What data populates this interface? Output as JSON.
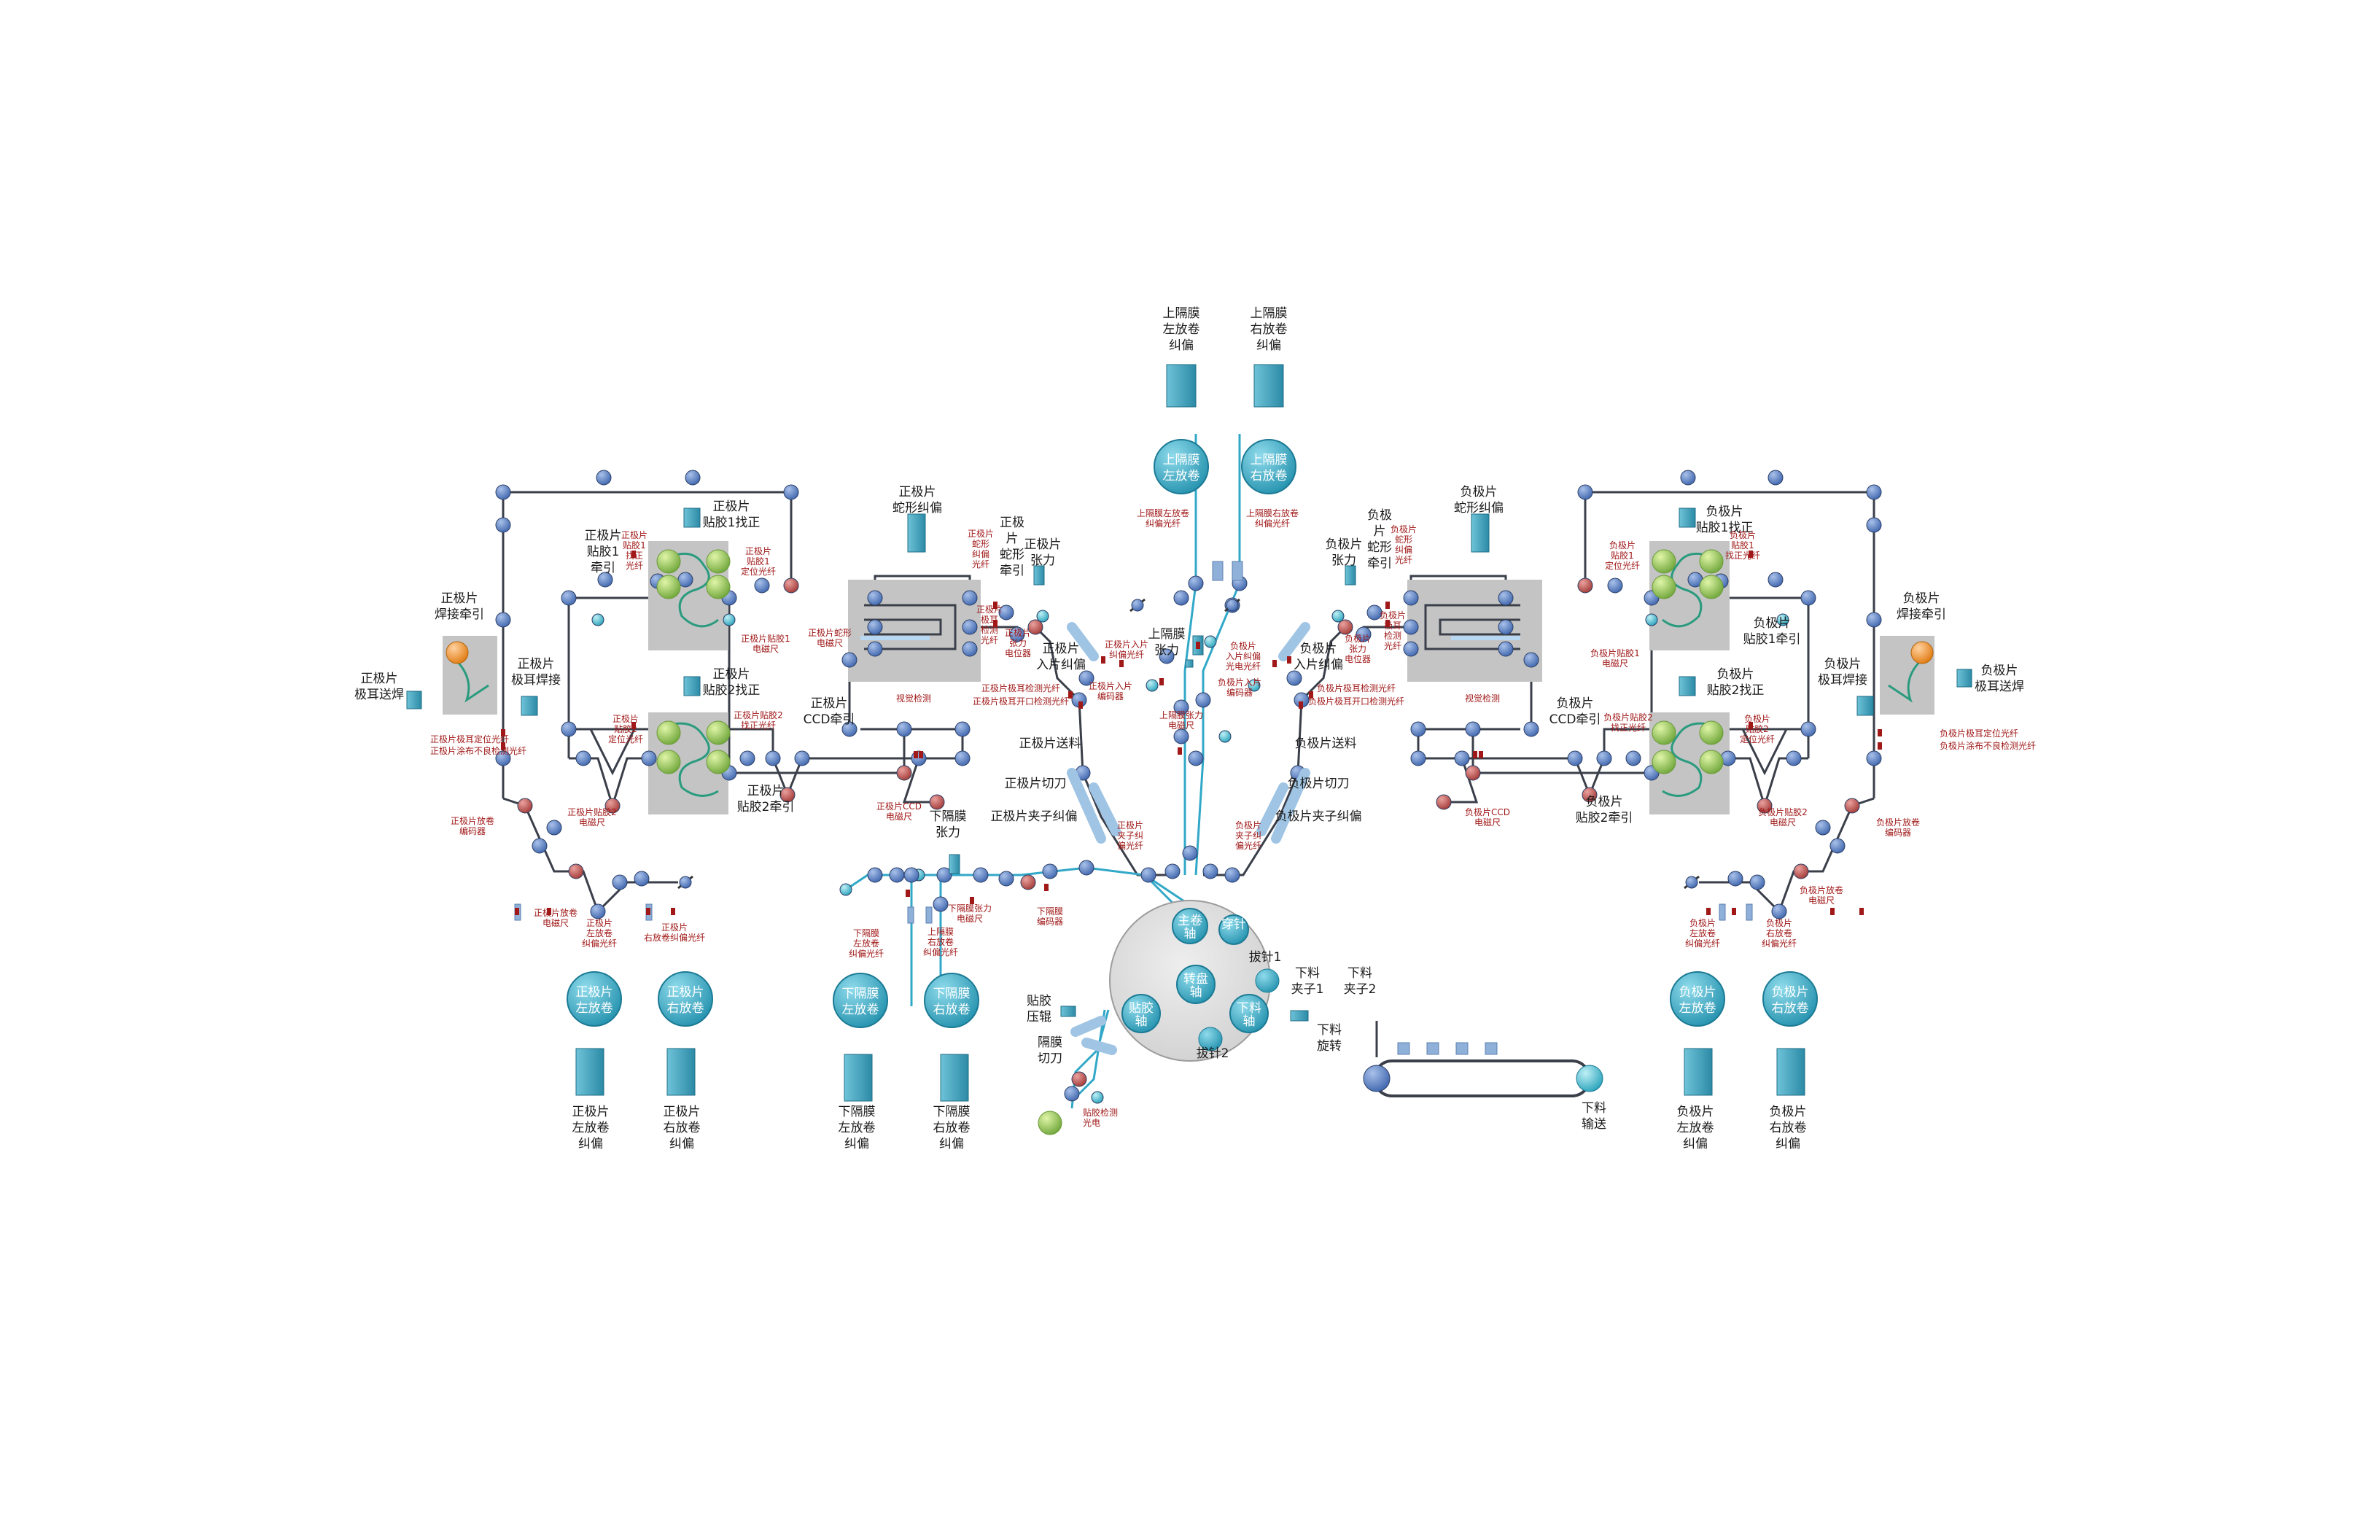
{
  "colors": {
    "belt": "#3a3f4a",
    "separator_line": "#31a8c8",
    "roller_blue": "#5b82c4",
    "roller_red": "#c0504d",
    "roller_cyan": "#5bc6d6",
    "actuator": "#44a9c2",
    "reel": "#3ea9c4",
    "glue_ball": "#93c74a",
    "weld_ball": "#f59a23",
    "sensor_red": "#a01818",
    "panel_gray": "#bdbdbd"
  },
  "icons": [
    "roller-icon",
    "reel-icon",
    "actuator-icon",
    "sensor-icon",
    "glue-ball-icon",
    "weld-ball-icon"
  ],
  "reels": {
    "upper_left": "上隔膜\n左放卷",
    "upper_right": "上隔膜\n右放卷",
    "cathode_left": "正极片\n左放卷",
    "cathode_right": "正极片\n右放卷",
    "lower_left": "下隔膜\n左放卷",
    "lower_right": "下隔膜\n右放卷",
    "anode_left": "负极片\n左放卷",
    "anode_right": "负极片\n右放卷"
  },
  "turret": {
    "main_shaft": "主卷\n轴",
    "needle_insert": "穿针",
    "turntable_shaft": "转盘\n轴",
    "glue_shaft": "贴胶\n轴",
    "unload_shaft": "下料\n轴",
    "pull_needle_1": "拔针1",
    "pull_needle_2": "拔针2"
  },
  "labels": {
    "upper_left_correct": "上隔膜\n左放卷\n纠偏",
    "upper_right_correct": "上隔膜\n右放卷\n纠偏",
    "upper_left_fiber": "上隔膜左放卷\n纠偏光纤",
    "upper_right_fiber": "上隔膜右放卷\n纠偏光纤",
    "upper_tension": "上隔膜\n张力",
    "upper_tension_pot": "上隔膜张力\n电磁尺",
    "cathode_left_correct": "正极片\n左放卷\n纠偏",
    "cathode_right_correct": "正极片\n右放卷\n纠偏",
    "lower_left_correct": "下隔膜\n左放卷\n纠偏",
    "lower_right_correct": "下隔膜\n右放卷\n纠偏",
    "anode_left_correct": "负极片\n左放卷\n纠偏",
    "anode_right_correct": "负极片\n右放卷\n纠偏",
    "cathode_tape1_correct": "正极片\n贴胶1找正",
    "cathode_tape1_pull": "正极片\n贴胶1\n牵引",
    "cathode_tape2_correct": "正极片\n贴胶2找正",
    "cathode_tape2_pull": "正极片\n贴胶2牵引",
    "cathode_weld_pull": "正极片\n焊接牵引",
    "cathode_tab_feed": "正极片\n极耳送焊",
    "cathode_tab_weld": "正极片\n极耳焊接",
    "cathode_snake": "正极片\n蛇形纠偏",
    "cathode_snake_pull": "正极\n片\n蛇形\n牵引",
    "cathode_tension": "正极片\n张力",
    "cathode_entry": "正极片\n入片纠偏",
    "cathode_ccd": "正极片\nCCD牵引",
    "cathode_feed": "正极片送料",
    "cathode_cutter": "正极片切刀",
    "cathode_clip": "正极片夹子纠偏",
    "anode_tape1_correct": "负极片\n贴胶1找正",
    "anode_tape1_pull": "负极片\n贴胶1牵引",
    "anode_tape2_correct": "负极片\n贴胶2找正",
    "anode_tape2_pull": "负极片\n贴胶2牵引",
    "anode_weld_pull": "负极片\n焊接牵引",
    "anode_tab_feed": "负极片\n极耳送焊",
    "anode_tab_weld": "负极片\n极耳焊接",
    "anode_snake": "负极片\n蛇形纠偏",
    "anode_snake_pull": "负极\n片\n蛇形\n牵引",
    "anode_tension": "负极片\n张力",
    "anode_entry": "负极片\n入片纠偏",
    "anode_ccd": "负极片\nCCD牵引",
    "anode_feed": "负极片送料",
    "anode_cutter": "负极片切刀",
    "anode_clip": "负极片夹子纠偏",
    "lower_tension": "下隔膜\n张力",
    "glue_press": "贴胶\n压辊",
    "sep_cutter": "隔膜\n切刀",
    "glue_check": "贴胶检测\n光电",
    "unload_clip1": "下料\n夹子1",
    "unload_clip2": "下料\n夹子2",
    "unload_rotate": "下料\n旋转",
    "unload_convey": "下料\n输送"
  },
  "sensors": {
    "c_tape1_fiber": "正极片\n贴胶1\n找正\n光纤",
    "c_tape1_locate": "正极片\n贴胶1\n定位光纤",
    "c_tape1_pot": "正极片贴胶1\n电磁尺",
    "c_tape2_fiber": "正极片\n贴胶2\n定位光纤",
    "c_tape2_correct_fiber": "正极片贴胶2\n找正光纤",
    "c_tape2_pot": "正极片贴胶2\n电磁尺",
    "c_tab_locate": "正极片极耳定位光纤",
    "c_tab_check": "正极片涂布不良检测光纤",
    "c_encoder": "正极片放卷\n编码器",
    "c_unwind_pot": "正极片放卷\n电磁尺",
    "c_left_fiber": "正极片\n左放卷\n纠偏光纤",
    "c_right_fiber": "正极片\n右放卷纠偏光纤",
    "c_snake_pot": "正极片蛇形\n电磁尺",
    "c_snake_fiber": "正极片\n蛇形\n纠偏\n光纤",
    "c_tab_detect": "正极片\n极耳\n检测\n光纤",
    "c_tension_pot": "正极片\n张力\n电位器",
    "c_entry_fiber": "正极片入片\n纠偏光纤",
    "c_ccd_pot": "正极片CCD\n电磁尺",
    "c_fold_detect": "正极片极耳检测光纤",
    "c_open_detect": "正极片极耳开口检测光纤",
    "c_entry_encoder": "正极片入片\n编码器",
    "c_clip_fiber": "正极片\n夹子纠\n偏光纤",
    "vision_left": "视觉检测",
    "vision_right": "视觉检测",
    "l_left_fiber": "下隔膜\n左放卷\n纠偏光纤",
    "l_right_fiber": "上隔膜\n右放卷\n纠偏光纤",
    "l_tension_pot": "下隔膜张力\n电磁尺",
    "l_encoder": "下隔膜\n编码器",
    "a_tape1_locate": "负极片\n贴胶1\n定位光纤",
    "a_tape1_fiber": "负极片\n贴胶1\n找正光纤",
    "a_tape1_pot": "负极片贴胶1\n电磁尺",
    "a_tape2_fiber": "负极片贴胶2\n找正光纤",
    "a_tape2_locate": "负极片\n贴胶2\n定位光纤",
    "a_tape2_pot": "负极片贴胶2\n电磁尺",
    "a_tab_locate": "负极片极耳定位光纤",
    "a_tab_check": "负极片涂布不良检测光纤",
    "a_encoder": "负极片放卷\n编码器",
    "a_unwind_pot": "负极片放卷\n电磁尺",
    "a_left_fiber": "负极片\n左放卷\n纠偏光纤",
    "a_right_fiber": "负极片\n右放卷\n纠偏光纤",
    "a_snake_fiber": "负极片\n蛇形\n纠偏\n光纤",
    "a_tab_detect": "负极片\n极耳\n检测\n光纤",
    "a_tension_pot": "负极片\n张力\n电位器",
    "a_entry_fiber": "负极片\n入片纠偏\n光电光纤",
    "a_ccd_pot": "负极片CCD\n电磁尺",
    "a_fold_detect": "负极片极耳检测光纤",
    "a_open_detect": "负极片极耳开口检测光纤",
    "a_entry_encoder": "负极片入片\n编码器",
    "a_clip_fiber": "负极片\n夹子纠\n偏光纤"
  }
}
